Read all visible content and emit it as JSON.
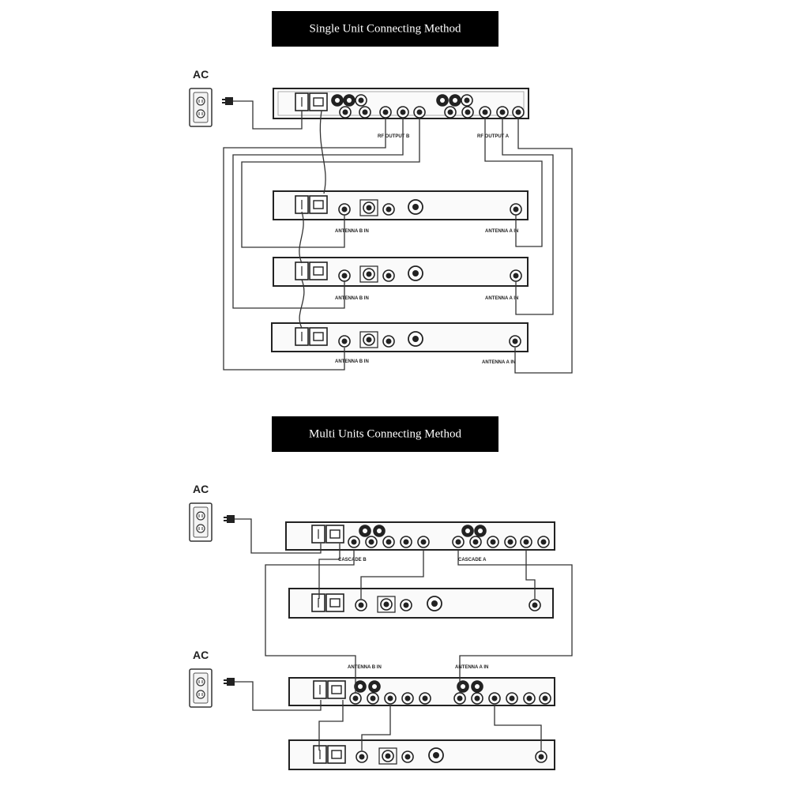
{
  "banners": {
    "single": "Single Unit Connecting Method",
    "multi": "Multi Units Connecting Method"
  },
  "single_diagram": {
    "ac_label": "AC",
    "rf_output_b": "RF OUTPUT B",
    "rf_output_a": "RF OUTPUT A",
    "antenna_b_in": "ANTENNA B IN",
    "antenna_a_in": "ANTENNA A IN"
  },
  "multi_diagram": {
    "ac_label_1": "AC",
    "ac_label_2": "AC",
    "cascade_b": "CASCADE B",
    "cascade_a": "CASCADE A",
    "antenna_b_in": "ANTENNA B IN",
    "antenna_a_in": "ANTENNA A IN"
  }
}
